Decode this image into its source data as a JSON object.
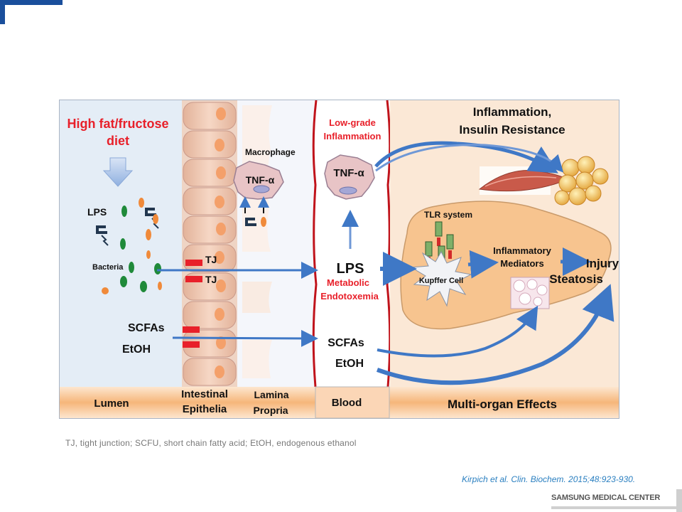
{
  "diagram": {
    "diet_label_line1": "High fat/fructose",
    "diet_label_line2": "diet",
    "lps_left": "LPS",
    "bacteria": "Bacteria",
    "macrophage": "Macrophage",
    "tnf_macrophage": "TNF-α",
    "tj_top": "TJ",
    "tj_bottom": "TJ",
    "scfas_left": "SCFAs",
    "etoh_left": "EtOH",
    "low_grade_line1": "Low-grade",
    "low_grade_line2": "Inflammation",
    "tnf_blood": "TNF-α",
    "lps_blood": "LPS",
    "metabolic_line1": "Metabolic",
    "metabolic_line2": "Endotoxemia",
    "scfas_blood": "SCFAs",
    "etoh_blood": "EtOH",
    "inflammation_line1": "Inflammation,",
    "inflammation_line2": "Insulin Resistance",
    "tlr_system": "TLR system",
    "kupffer_cell": "Kupffer Cell",
    "mediators_line1": "Inflammatory",
    "mediators_line2": "Mediators",
    "injury": "Injury",
    "steatosis": "Steatosis",
    "bottom_lumen": "Lumen",
    "bottom_epithelia_line1": "Intestinal",
    "bottom_epithelia_line2": "Epithelia",
    "bottom_lamina_line1": "Lamina",
    "bottom_lamina_line2": "Propria",
    "bottom_blood": "Blood",
    "bottom_multi": "Multi-organ Effects"
  },
  "caption": "TJ, tight junction; SCFU, short chain fatty acid; EtOH, endogenous ethanol",
  "citation": "Kirpich et al. Clin. Biochem. 2015;48:923-930.",
  "brand": "SAMSUNG MEDICAL CENTER",
  "colors": {
    "accent_blue": "#1a4f9c",
    "diet_red": "#e8202a",
    "tj_red": "#e8202a",
    "arrow_blue": "#3f78c6",
    "liver_fill": "#f7c48f"
  }
}
